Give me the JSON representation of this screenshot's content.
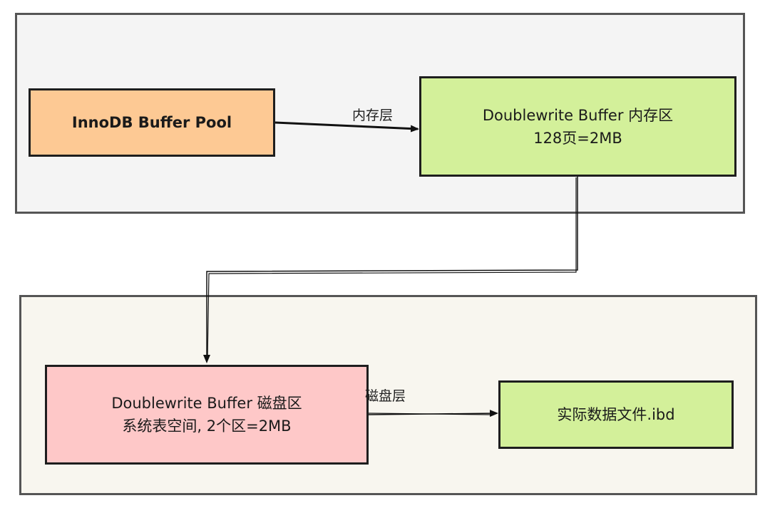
{
  "layers": {
    "memory": {
      "fill": "#f4f4f4"
    },
    "disk": {
      "fill": "#f8f6ef"
    }
  },
  "nodes": {
    "buffer_pool": {
      "line1": "InnoDB Buffer Pool",
      "fill": "#fdc994"
    },
    "dwb_memory": {
      "line1": "Doublewrite Buffer 内存区",
      "line2": "128页=2MB",
      "fill": "#d3f09a"
    },
    "dwb_disk": {
      "line1": "Doublewrite Buffer 磁盘区",
      "line2": "系统表空间, 2个区=2MB",
      "fill": "#fec8c8"
    },
    "ibd": {
      "line1": "实际数据文件.ibd",
      "fill": "#d3f09a"
    }
  },
  "edges": {
    "memory_layer_label": "内存层",
    "disk_layer_label": "磁盘层"
  }
}
